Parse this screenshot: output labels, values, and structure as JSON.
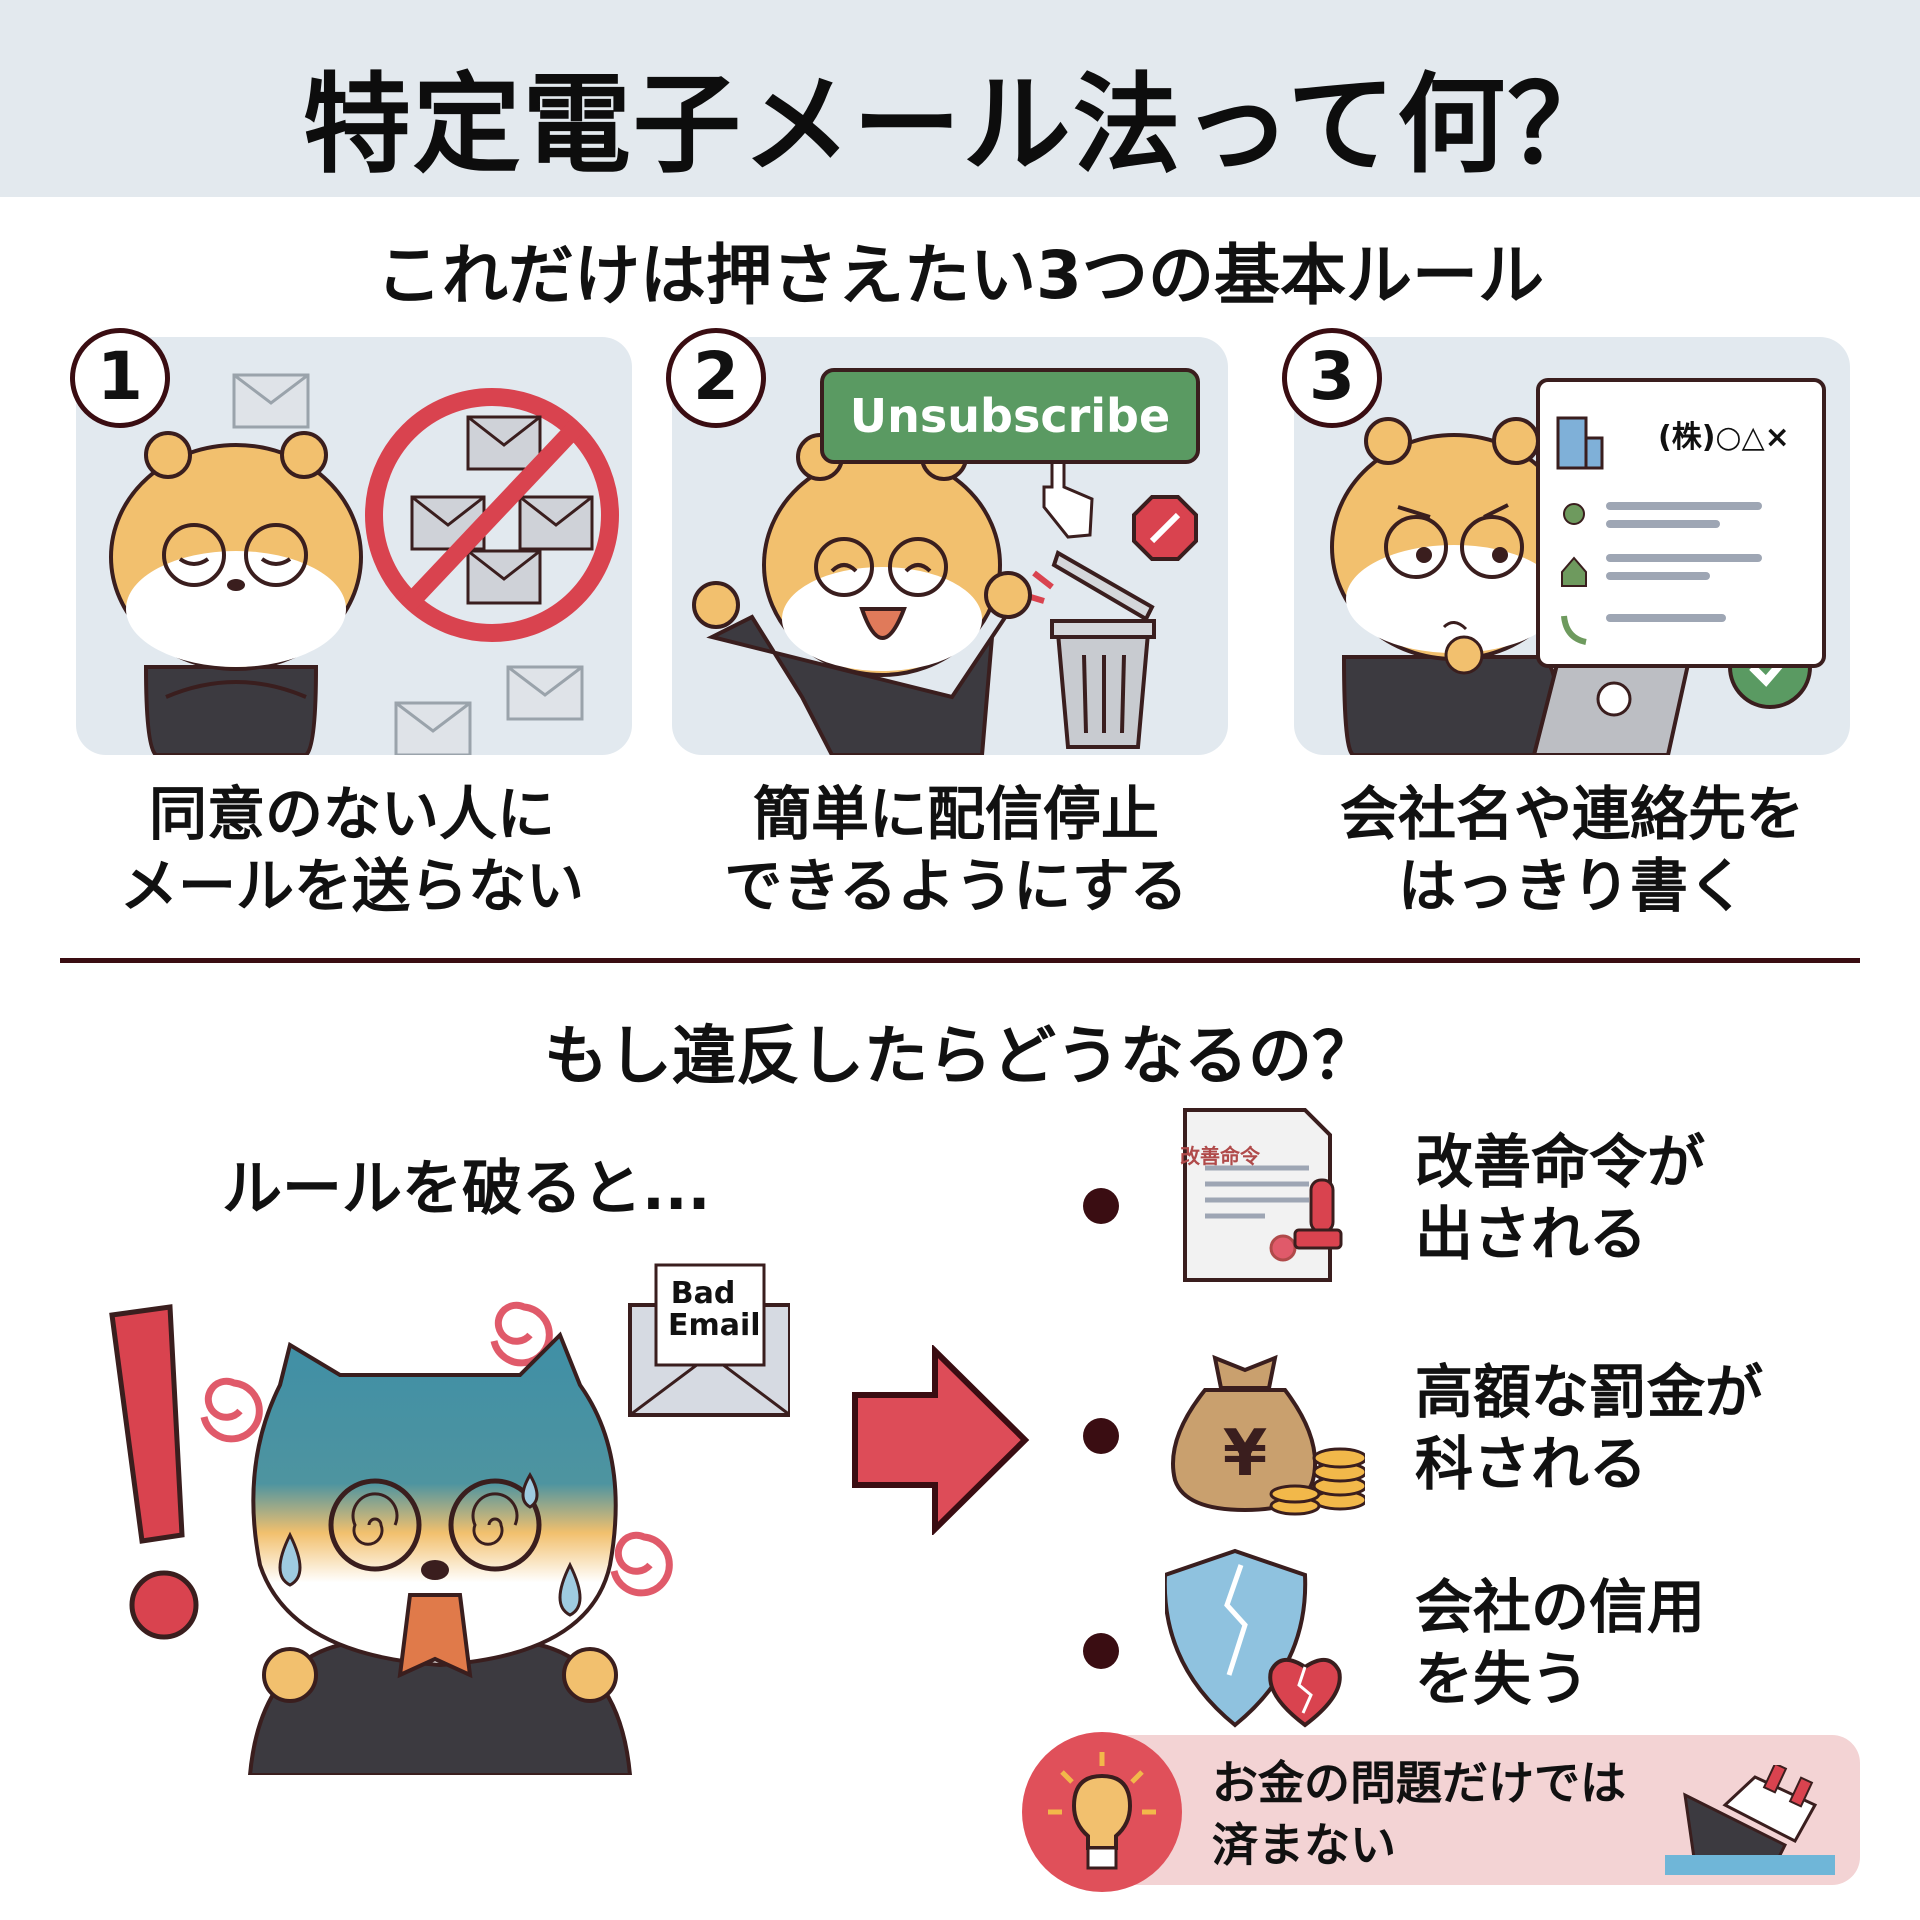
{
  "header": {
    "title": "特定電子メール法って何？",
    "subtitle": "これだけは押さえたい3つの基本ルール"
  },
  "rules": [
    {
      "number": "1",
      "caption_line1": "同意のない人に",
      "caption_line2": "メールを送らない",
      "illustration": "mascot-arms-crossed-with-no-email-sign"
    },
    {
      "number": "2",
      "caption_line1": "簡単に配信停止",
      "caption_line2": "できるようにする",
      "illustration": "mascot-cheering-with-unsubscribe-button",
      "button_label": "Unsubscribe"
    },
    {
      "number": "3",
      "caption_line1": "会社名や連絡先を",
      "caption_line2": "はっきり書く",
      "illustration": "mascot-checking-company-info-card",
      "company_name": "(株)○△×"
    }
  ],
  "violation": {
    "section_title": "もし違反したらどうなるの？",
    "lead_text": "ルールを破ると...",
    "bad_email_label": "Bad Email",
    "consequences": [
      {
        "icon": "document-stamp-icon",
        "doc_label": "改善命令",
        "line1": "改善命令が",
        "line2": "出される"
      },
      {
        "icon": "money-bag-yen-icon",
        "line1": "高額な罰金が",
        "line2": "科される"
      },
      {
        "icon": "broken-shield-heart-icon",
        "line1": "会社の信用",
        "line2": "を失う"
      }
    ],
    "callout": {
      "line1": "お金の問題だけでは",
      "line2": "済まない",
      "left_icon": "lightbulb-icon",
      "right_icon": "sinking-ship-icon"
    }
  },
  "colors": {
    "header_band": "#e3e9ee",
    "panel_bg": "#e2e9ef",
    "accent_red": "#e0505a",
    "accent_green": "#5a9a62",
    "outline": "#3a0d12",
    "callout_bg": "#f3d3d4"
  }
}
